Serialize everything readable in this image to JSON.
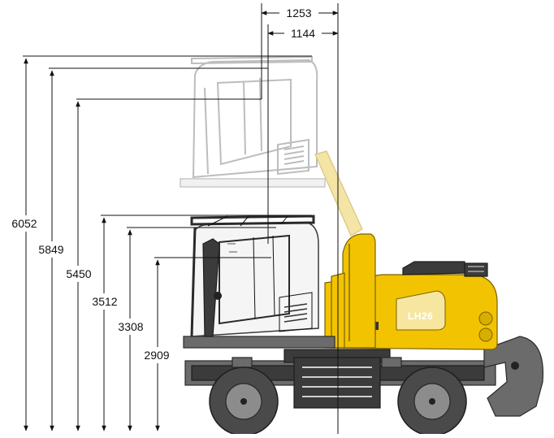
{
  "diagram": {
    "model_label": "LH26",
    "horizontal_dimensions": [
      {
        "id": "h1",
        "value": "1253"
      },
      {
        "id": "h2",
        "value": "1144"
      }
    ],
    "vertical_dimensions": [
      {
        "id": "v1",
        "value": "6052"
      },
      {
        "id": "v2",
        "value": "5849"
      },
      {
        "id": "v3",
        "value": "5450"
      },
      {
        "id": "v4",
        "value": "3512"
      },
      {
        "id": "v5",
        "value": "3308"
      },
      {
        "id": "v6",
        "value": "2909"
      }
    ],
    "colors": {
      "body": "#f2c300",
      "chassis": "#3b3b3b",
      "ghost_cab": "#bdbdbd"
    }
  }
}
